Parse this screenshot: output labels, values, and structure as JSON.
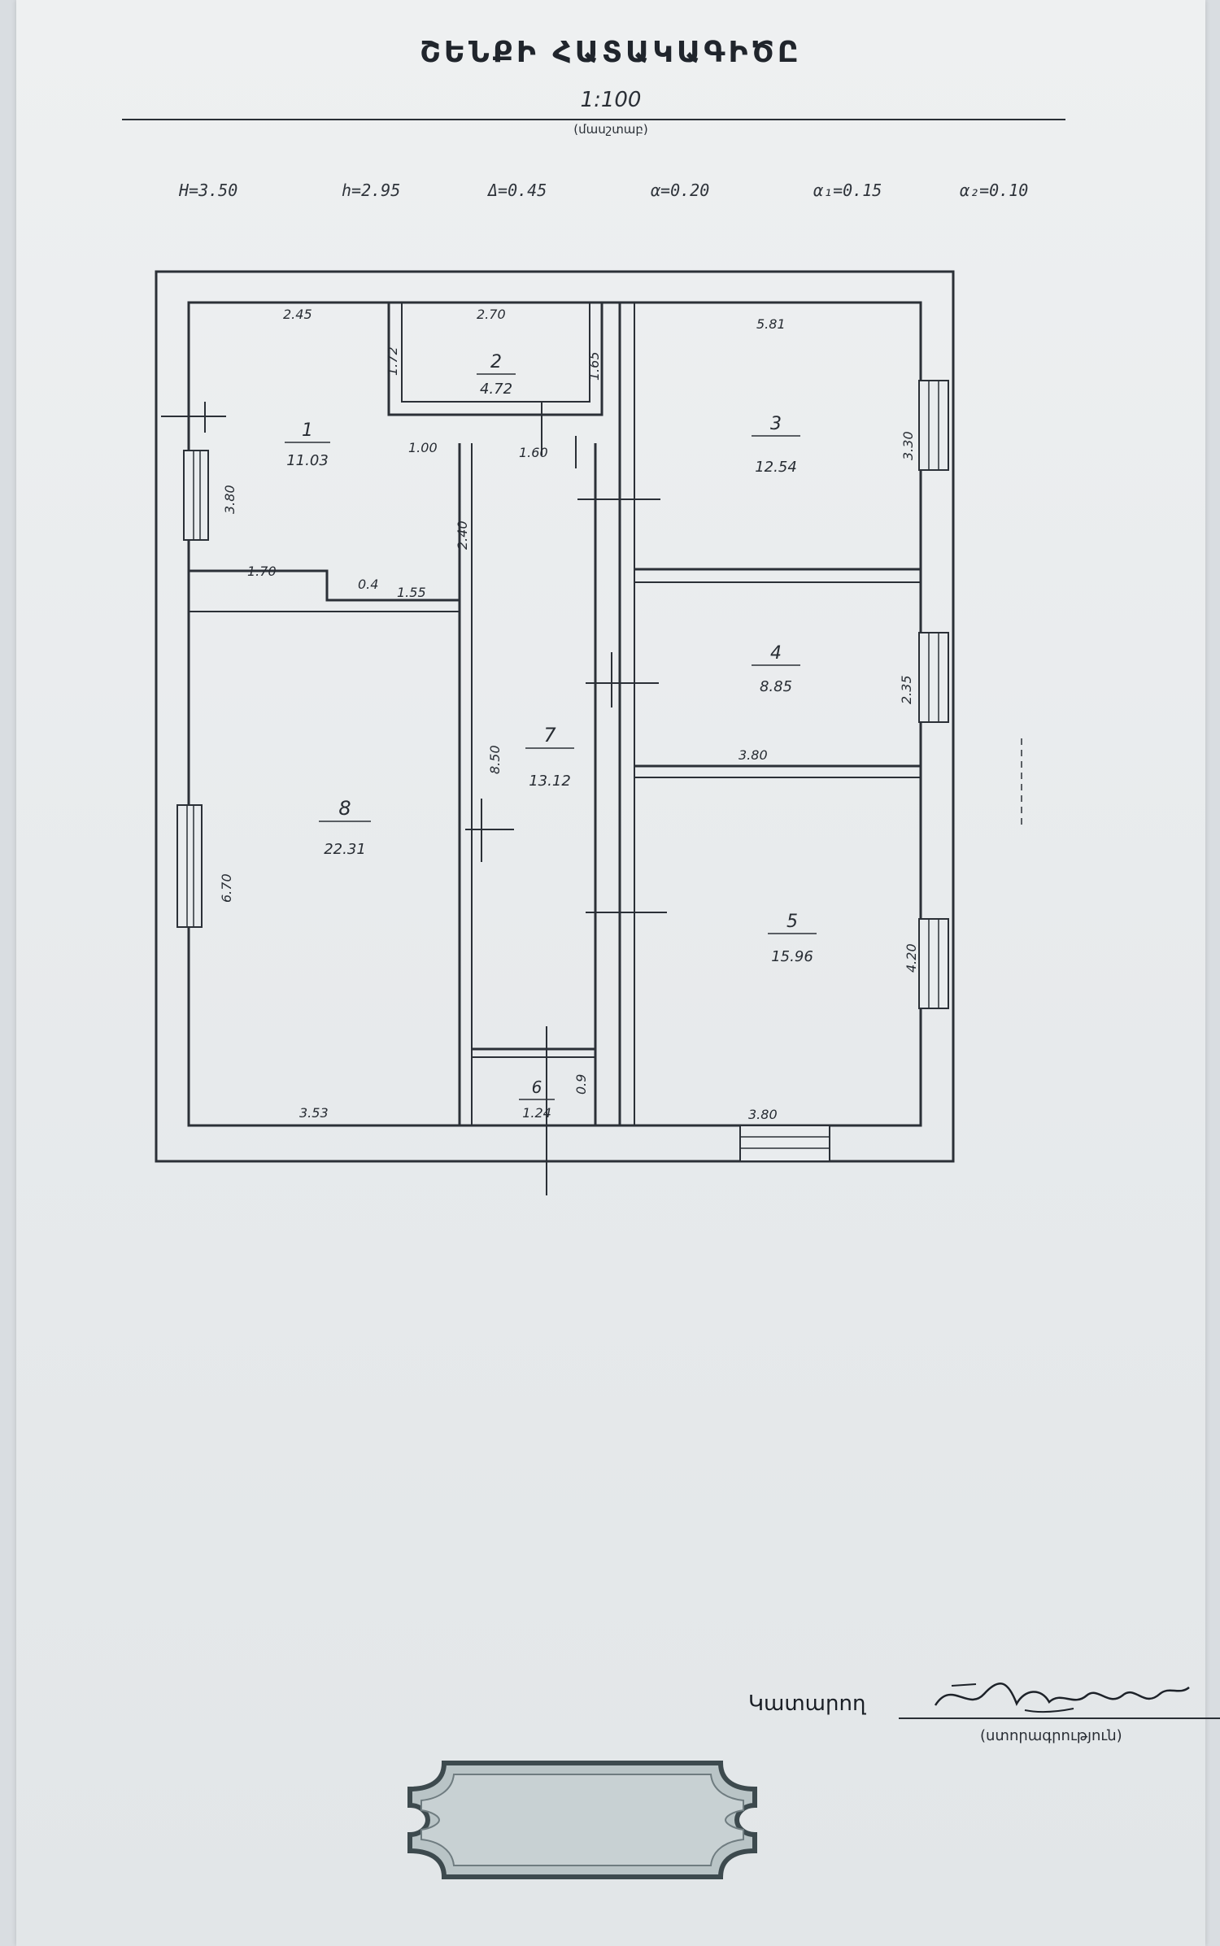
{
  "document": {
    "title": "ՇԵՆՔԻ ՀԱՏԱԿԱԳԻԾԸ",
    "scale": "1:100",
    "scale_caption": "(մասշտաբ)",
    "parameters": [
      "H=3.50",
      "h=2.95",
      "Δ=0.45",
      "α=0.20",
      "α₁=0.15",
      "α₂=0.10"
    ]
  },
  "floor_plan": {
    "rooms": [
      {
        "number": "1",
        "area": "11.03"
      },
      {
        "number": "2",
        "area": "4.72"
      },
      {
        "number": "3",
        "area": "12.54"
      },
      {
        "number": "4",
        "area": "8.85"
      },
      {
        "number": "5",
        "area": "15.96"
      },
      {
        "number": "6",
        "area": "1.24"
      },
      {
        "number": "7",
        "area": "13.12"
      },
      {
        "number": "8",
        "area": "22.31"
      }
    ],
    "dimensions": {
      "room1_width": "2.45",
      "room2_width": "2.70",
      "room2_height": "1.72",
      "room2_side": "1.65",
      "room1_bottom_a": "1.00",
      "room1_bottom_b": "1.60",
      "room1_height": "3.80",
      "corridor_upper": "2.40",
      "partition_a": "1.70",
      "partition_b": "0.4",
      "partition_c": "1.55",
      "corridor_height": "8.50",
      "room8_height": "6.70",
      "room8_width": "3.53",
      "room6_side": "0.9",
      "room3_width": "5.81",
      "room3_height": "3.30",
      "room4_height": "2.35",
      "room4_width": "3.80",
      "room5_height": "4.20",
      "room5_width": "3.80"
    }
  },
  "footer": {
    "performer_label": "Կատարող",
    "signature_caption": "(ստորագրություն)"
  }
}
